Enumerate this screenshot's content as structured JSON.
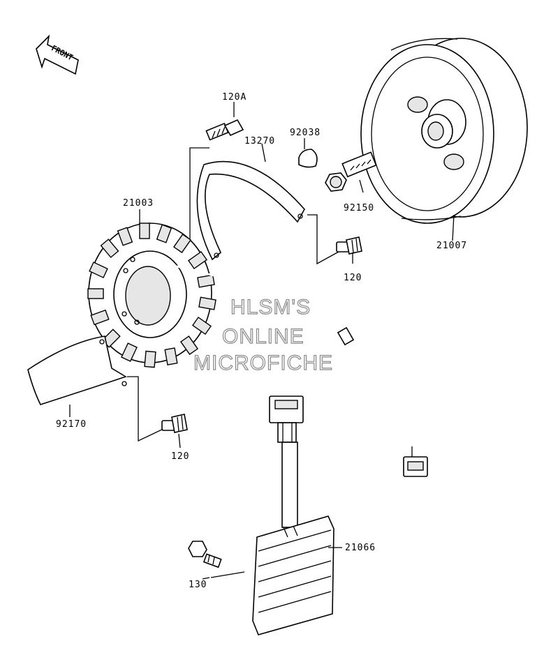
{
  "front_label": "FRONT",
  "watermark": [
    "HLSM'S",
    "ONLINE",
    "MICROFICHE"
  ],
  "parts": {
    "bolt_120a": "120A",
    "key_92038": "92038",
    "plate_13270": "13270",
    "stator_21003": "21003",
    "bolt_92150": "92150",
    "rotor_21007": "21007",
    "bolt_120_upper": "120",
    "cover_92170": "92170",
    "bolt_120_lower": "120",
    "regulator_21066": "21066",
    "bolt_130": "130"
  }
}
